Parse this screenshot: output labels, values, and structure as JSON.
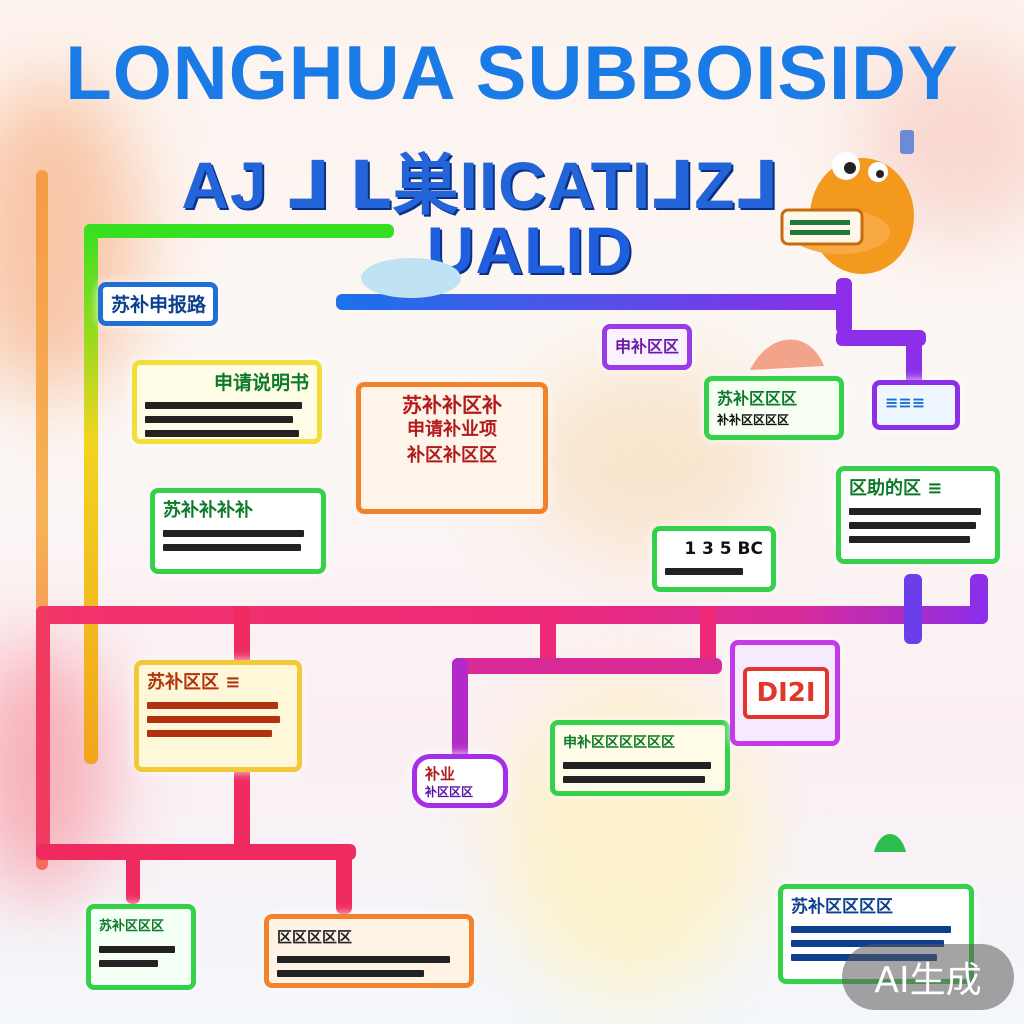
{
  "title": {
    "line1": "LONGHUA SUBBOISIDY",
    "line2": "AJ ⅃ 𝗟巣IICATI⅃Z⅃",
    "line3": "UALID"
  },
  "cards": {
    "c1": {
      "head": "苏补申报路"
    },
    "c2": {
      "head": "申请说明书"
    },
    "c3": {
      "head": "苏补补区补",
      "body": "申请补业项\n补区补区区"
    },
    "c4": {
      "head": "申补区区"
    },
    "c5": {
      "head": "苏补区区区",
      "body": "补补区区区区"
    },
    "c6": {
      "head": "≡≡≡"
    },
    "c7": {
      "head": "苏补补补补"
    },
    "c8": {
      "head": "1 3 5 BC"
    },
    "c9": {
      "head": "区助的区 ≡"
    },
    "c10": {
      "head": "苏补区区 ≡"
    },
    "c11": {
      "head": "申补区区区区区区"
    },
    "c12": {
      "head": "DI2I"
    },
    "c13": {
      "head": "补业",
      "body": "补区区区"
    },
    "c14": {
      "head": "苏补区区区"
    },
    "c15": {
      "head": "区区区区区"
    },
    "c16": {
      "head": "苏补区区区区"
    }
  },
  "watermark": "AI生成",
  "colors": {
    "title_blue": "#1a7ae6",
    "line_green": "#35e020",
    "line_orange": "#f2a41c",
    "line_pink": "#ee2a78",
    "line_purple": "#8d2ee8"
  }
}
